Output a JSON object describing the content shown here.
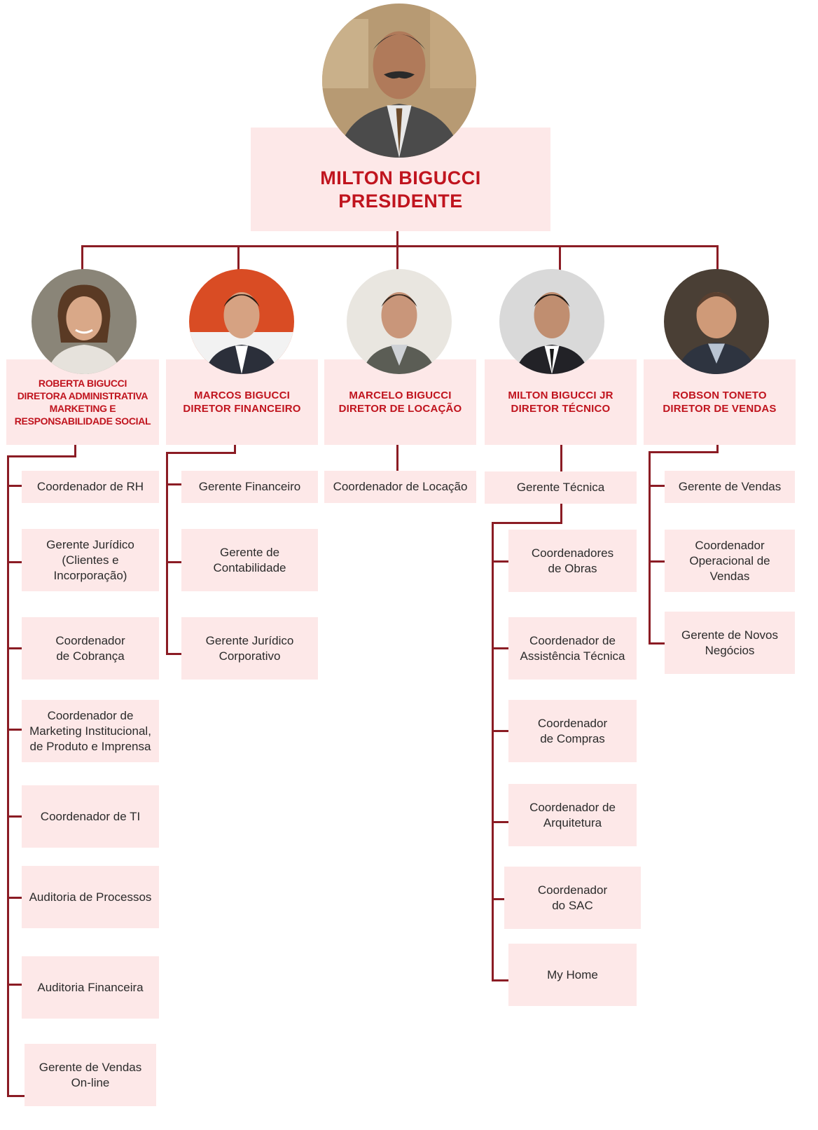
{
  "president": {
    "text": "MILTON BIGUCCI\nPRESIDENTE",
    "photo": "president-portrait"
  },
  "directors": [
    {
      "text": "ROBERTA BIGUCCI\nDIRETORA ADMINISTRATIVA\nMARKETING E\nRESPONSABILIDADE SOCIAL",
      "photo": "director-portrait"
    },
    {
      "text": "MARCOS BIGUCCI\nDIRETOR FINANCEIRO",
      "photo": "director-portrait"
    },
    {
      "text": "MARCELO BIGUCCI\nDIRETOR DE LOCAÇÃO",
      "photo": "director-portrait"
    },
    {
      "text": "MILTON BIGUCCI JR\nDIRETOR TÉCNICO",
      "photo": "director-portrait"
    },
    {
      "text": "ROBSON TONETO\nDIRETOR DE VENDAS",
      "photo": "director-portrait"
    }
  ],
  "roberta_reports": [
    "Coordenador de RH",
    "Gerente Jurídico\n(Clientes e Incorporação)",
    "Coordenador\nde Cobrança",
    "Coordenador de\nMarketing Institucional,\nde Produto e Imprensa",
    "Coordenador de TI",
    "Auditoria de Processos",
    "Auditoria Financeira",
    "Gerente de Vendas\nOn-line"
  ],
  "marcos_reports": [
    "Gerente Financeiro",
    "Gerente de\nContabilidade",
    "Gerente Jurídico\nCorporativo"
  ],
  "marcelo_reports": [
    "Coordenador de Locação"
  ],
  "milton_jr_reports": {
    "manager": "Gerente Técnica",
    "items": [
      "Coordenadores\nde Obras",
      "Coordenador de\nAssistência Técnica",
      "Coordenador\nde Compras",
      "Coordenador de\nArquitetura",
      "Coordenador\ndo SAC",
      "My Home"
    ]
  },
  "robson_reports": [
    "Gerente de Vendas",
    "Coordenador\nOperacional de\nVendas",
    "Gerente de Novos\nNegócios"
  ],
  "colors": {
    "line": "#8b1c24",
    "box": "#fde8e8",
    "title": "#c0141e"
  }
}
